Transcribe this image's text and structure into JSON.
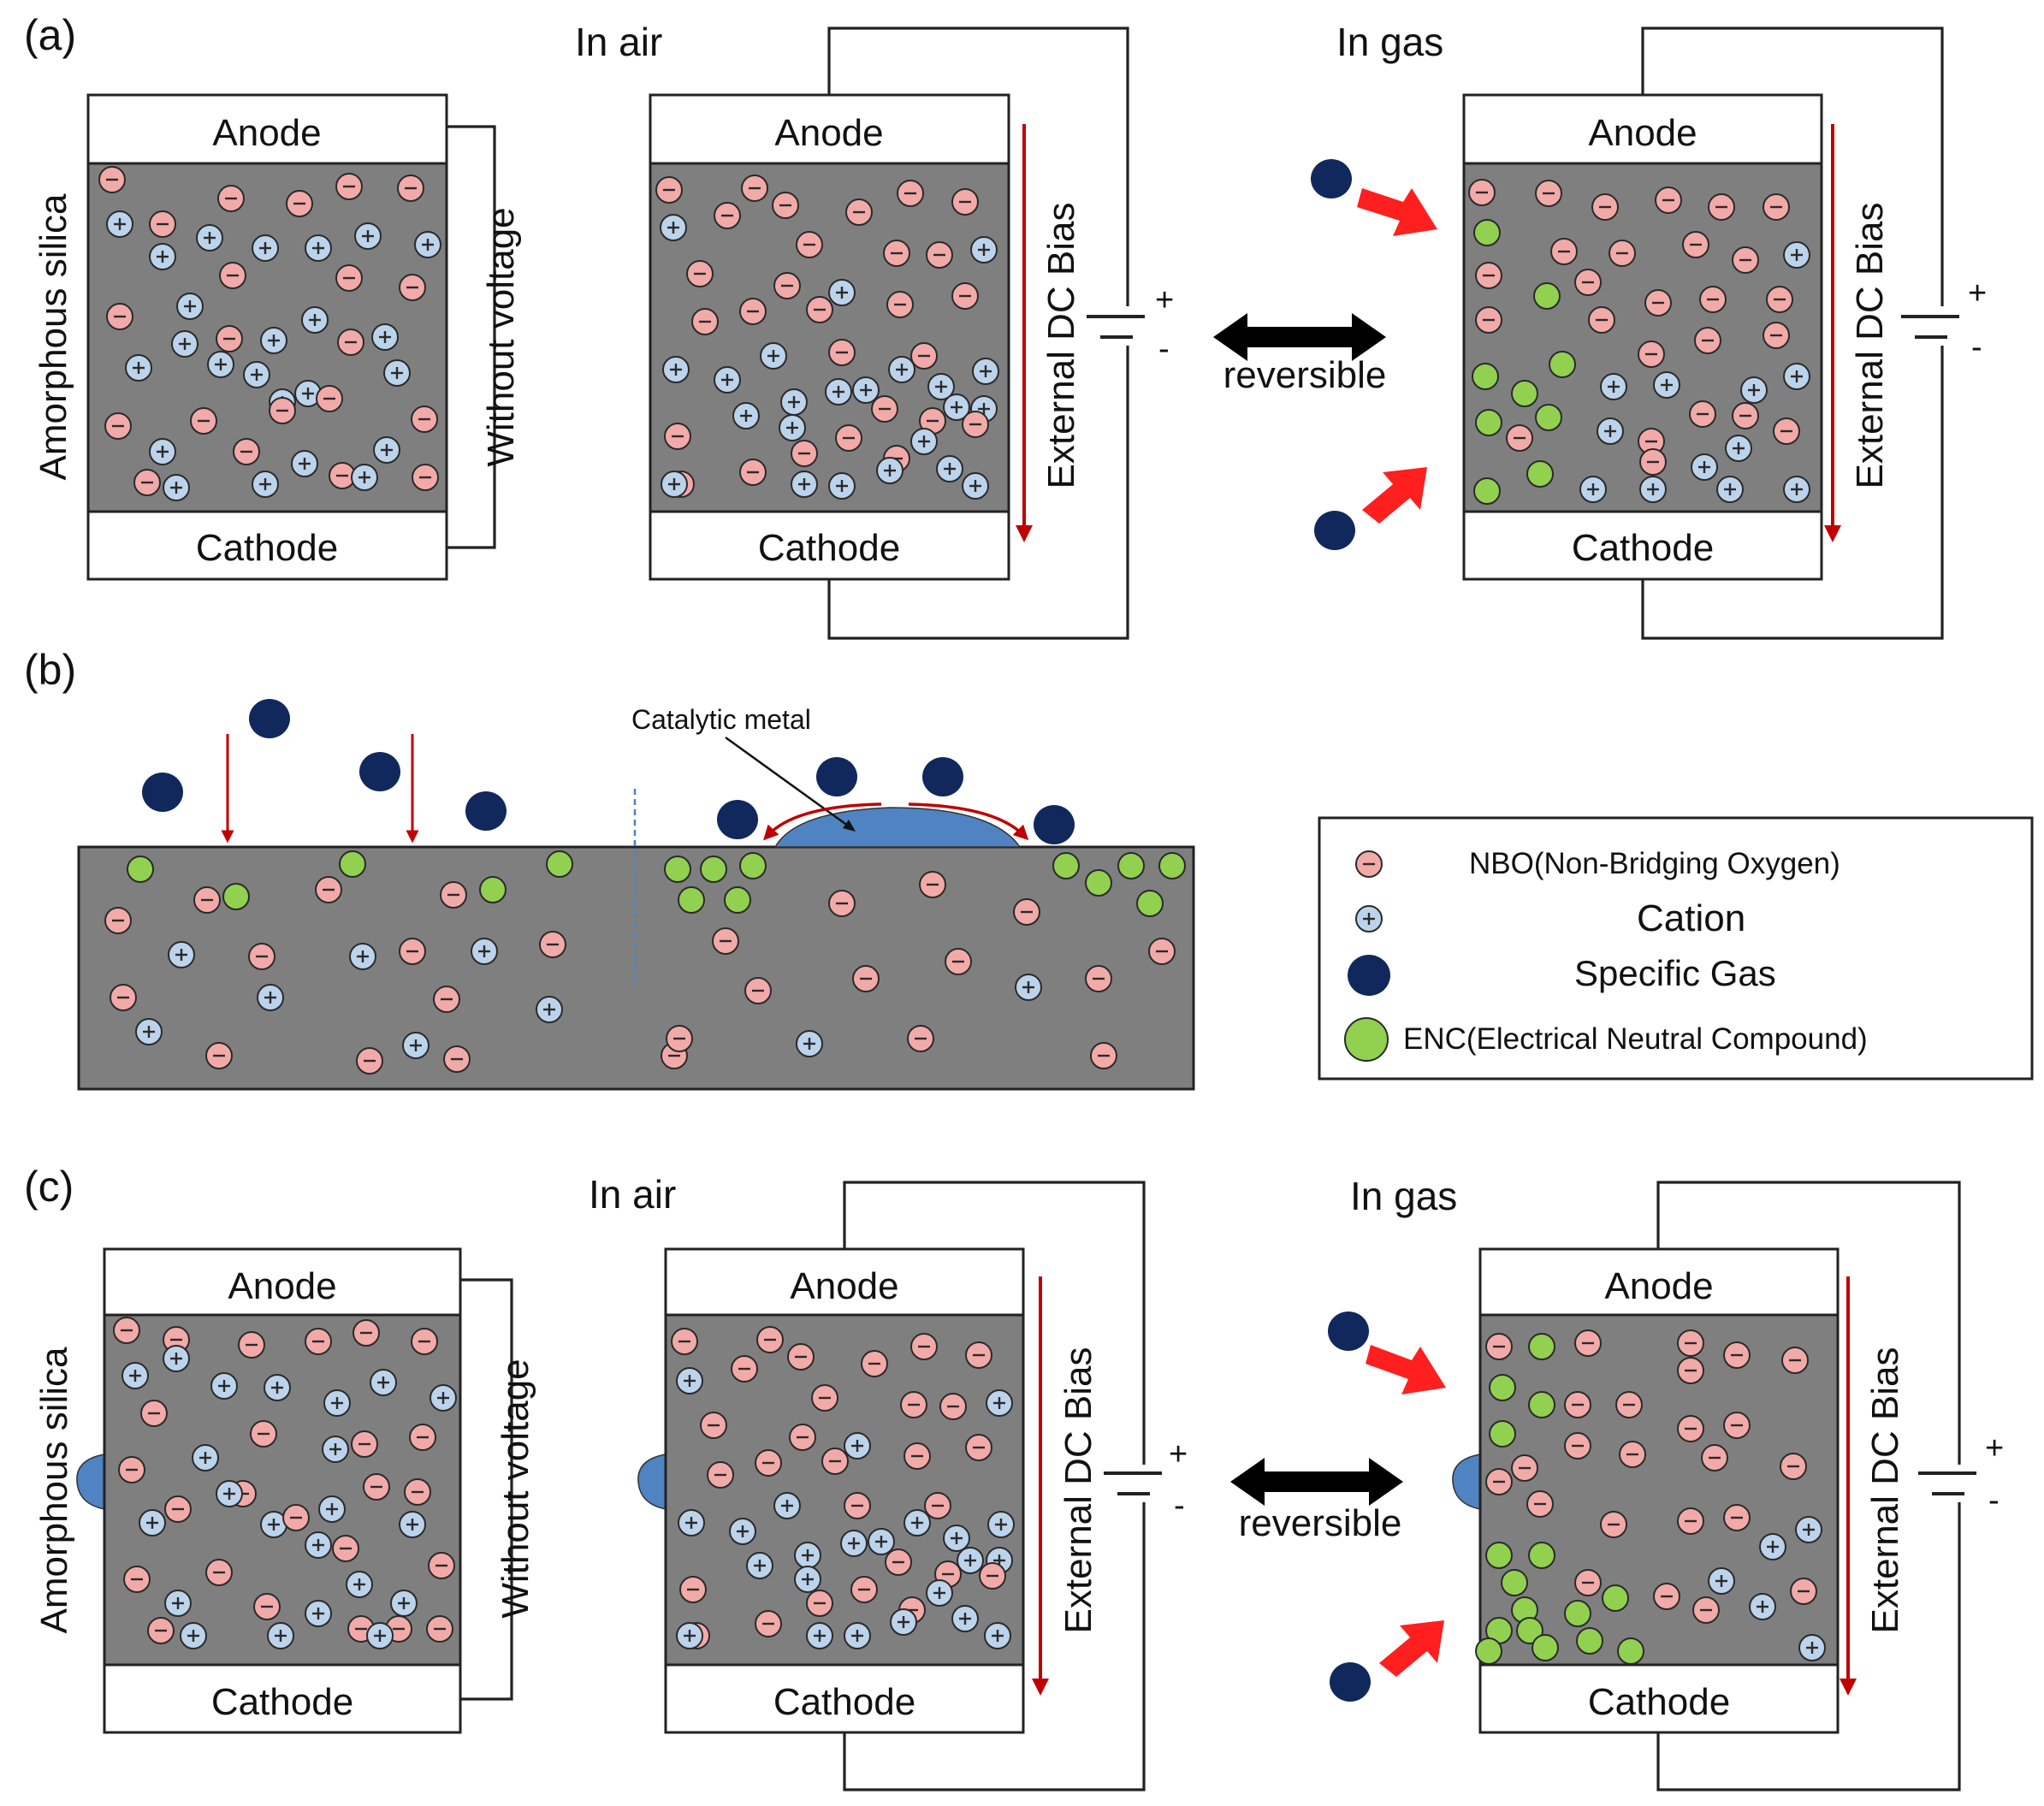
{
  "labels": {
    "panel_a": "(a)",
    "panel_b": "(b)",
    "panel_c": "(c)",
    "in_air": "In air",
    "in_gas": "In gas",
    "anode": "Anode",
    "cathode": "Cathode",
    "amorphous_silica": "Amorphous silica",
    "without_voltage": "Without voltage",
    "external_dc_bias": "External DC Bias",
    "plus": "+",
    "minus": "-",
    "reversible": "reversible",
    "catalytic_metal": "Catalytic metal"
  },
  "legend": [
    {
      "symbol": "nbo",
      "label": "NBO(Non-Bridging Oxygen)"
    },
    {
      "symbol": "cation",
      "label": "Cation"
    },
    {
      "symbol": "gas",
      "label": "Specific Gas"
    },
    {
      "symbol": "enc",
      "label": "ENC(Electrical Neutral Compound)"
    }
  ],
  "colors": {
    "nbo": "#f2aaa8",
    "cation": "#bcd3ec",
    "gas": "#10285c",
    "enc": "#92d050",
    "silica": "#7f7f7f",
    "catalytic_metal": "#4f83c2",
    "bias_arrow": "#c00000",
    "gas_arrow": "#ff1f1f"
  }
}
